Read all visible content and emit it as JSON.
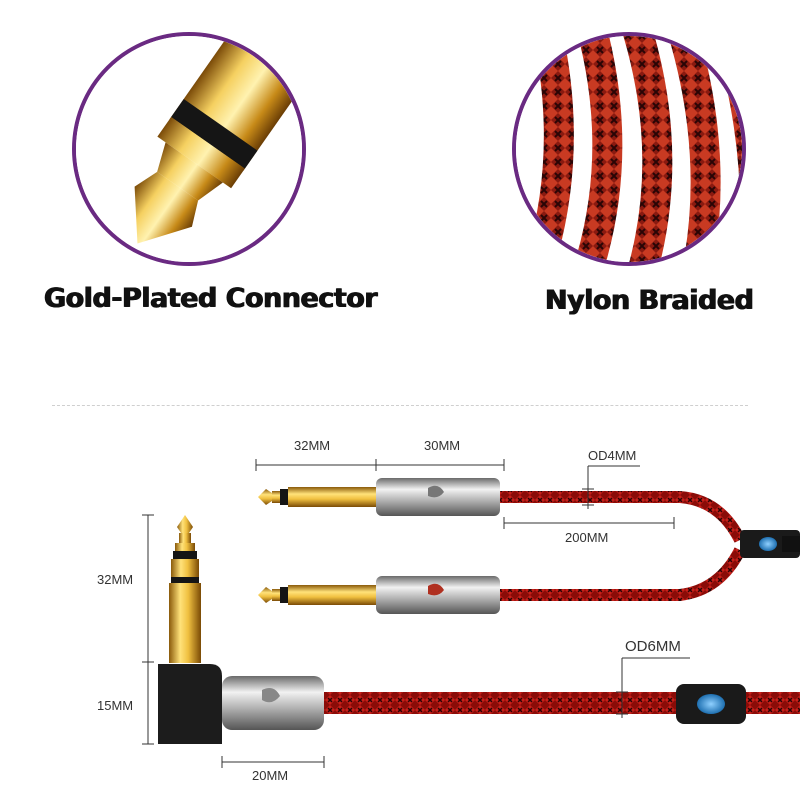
{
  "features": [
    {
      "label": "Gold-Plated Connector",
      "icon": "gold-plug-tip-icon"
    },
    {
      "label": "Nylon Braided",
      "icon": "nylon-braid-icon"
    }
  ],
  "dimensions": {
    "plug_tip_length": "32MM",
    "plug_body_length": "30MM",
    "split_cable_od": "OD4MM",
    "split_length": "200MM",
    "right_angle_tip_height": "32MM",
    "right_angle_body_height": "15MM",
    "main_cable_od": "OD6MM",
    "barrel_length": "20MM"
  },
  "colors": {
    "ring": "#6a2a82",
    "cable_red": "#c8201a",
    "cable_dark": "#2a0505",
    "gold": "#d9a42a",
    "chrome": "#b8b8b8",
    "splitter_logo": "#1e7fc0"
  }
}
